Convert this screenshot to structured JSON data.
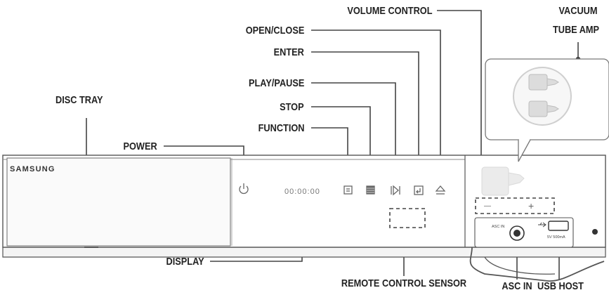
{
  "labels": {
    "volume_control": "VOLUME CONTROL",
    "vacuum_tube_amp_line1": "VACUUM",
    "vacuum_tube_amp_line2": "TUBE AMP",
    "open_close": "OPEN/CLOSE",
    "enter": "ENTER",
    "play_pause": "PLAY/PAUSE",
    "disc_tray": "DISC TRAY",
    "stop": "STOP",
    "function": "FUNCTION",
    "power": "POWER",
    "display": "DISPLAY",
    "remote_control_sensor": "REMOTE CONTROL SENSOR",
    "asc_in": "ASC IN",
    "usb_host": "USB HOST"
  },
  "device": {
    "brand": "SAMSUNG",
    "display_readout": "00:00:00",
    "asc_in_port_label": "ASC IN",
    "usb_port_label": "5V 500mA",
    "volume_minus": "—",
    "volume_plus": "+"
  },
  "icons": [
    "power-icon",
    "function-icon",
    "stop-icon",
    "play-pause-icon",
    "enter-icon",
    "eject-icon",
    "usb-icon"
  ],
  "colors": {
    "label_text": "#222222",
    "leader_line": "#444444",
    "device_outline": "#555555",
    "device_fill": "#ffffff",
    "control_icon": "#666666",
    "display_digits": "#777777",
    "tube_amp": "#cfcfcf"
  }
}
